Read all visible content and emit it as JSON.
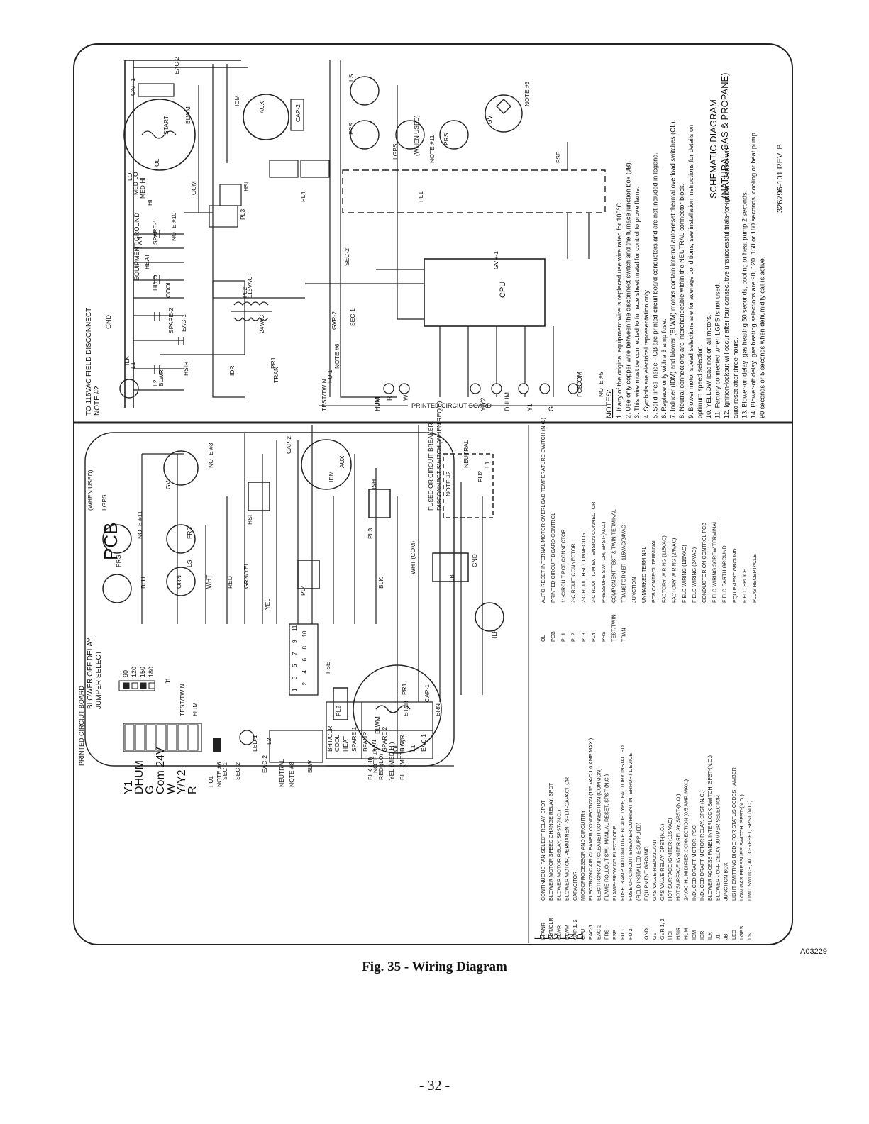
{
  "figure": {
    "caption": "Fig. 35 - Wiring Diagram",
    "code": "A03229",
    "page_number": "- 32 -"
  },
  "schematic": {
    "title": "SCHEMATIC DIAGRAM",
    "subtitle": "(NATURAL GAS & PROPANE)",
    "revision": "326796-101 REV. B",
    "disconnect": "TO 115VAC FIELD DISCONNECT",
    "disconnect_note": "NOTE #2",
    "ground_label": "GND",
    "equipment_ground": "EQUIPMENT GROUND",
    "board_label": "PRINTED CIRCIUT BOARD",
    "cpu_label": "CPU",
    "pcb_label": "PCB",
    "note5": "NOTE #5",
    "note6": "NOTE #6",
    "note10": "NOTE #10",
    "note11": "NOTE #11",
    "note3": "NOTE #3",
    "when_used": "(WHEN USED)",
    "fuse": "FU 1",
    "fse": "FSE",
    "relay_labels": [
      "FAN",
      "HEAT",
      "SPARE-1",
      "HI/LO",
      "COOL",
      "SPARE-2",
      "EAC-1",
      "HSIR",
      "IDR",
      "BLWR"
    ],
    "speed_labels": [
      "LO",
      "MED LO",
      "MED HI",
      "HI"
    ],
    "motor_labels": [
      "BLWM",
      "START",
      "OL",
      "COM",
      "CAP-1",
      "IDM",
      "AUX",
      "CAP-2",
      "HSI",
      "GV",
      "LS",
      "FRS",
      "LGPS",
      "PRS"
    ],
    "plug_labels": [
      "PL1",
      "PL2",
      "PL3",
      "PL4"
    ],
    "transformer": [
      "115VAC",
      "24VAC",
      "TRAN"
    ],
    "misc_labels": [
      "TEST/TWIN",
      "HUM",
      "SEC-1",
      "SEC-2",
      "GVR-1",
      "GVR-2",
      "PR1",
      "L1",
      "L2",
      "ILK",
      "EAC-2"
    ],
    "terminals": [
      "Y/Y2",
      "DHUM",
      "Y1",
      "G",
      "COM",
      "HUM",
      "R",
      "W"
    ],
    "notes_title": "NOTES:",
    "notes": [
      "1.  If any of the original equipment wire is replaced use wire rated for 105°C.",
      "2.  Use only copper wire between the disconnect switch and the furnace junction box (JB).",
      "3.  This wire must be connected to furnace sheet metal for control to prove flame.",
      "4.  Symbols are electrical representation only.",
      "5.  Solid lines inside PCB are printed circuit board conductors and are not included in legend.",
      "6.  Replace only with a 3 amp fuse.",
      "7.  Inducer (IDM) and blower (BLWM) motors contain internal auto-reset thermal overload switches (OL).",
      "8.  Neutral connections are interchangeable within the NEUTRAL connector block.",
      "9.  Blower motor speed selections are for average conditions, see installation instructions for details on",
      "     optimum speed selection.",
      "10. YELLOW lead not on all motors.",
      "11. Factory connected when LGPS is not used.",
      "12. Ignition-lockout will occur after four consecutive unsuccessful trials-for-ignition. Control will",
      "     auto-reset after three hours.",
      "13. Blower-on delay:  gas heating 60 seconds, cooling or heat pump 2 seconds.",
      "14. Blower-off delay:  gas heating selections are 90, 120, 150 or 180 seconds, cooling or heat pump",
      "     90 seconds or 5 seconds when dehumidify call is active."
    ]
  },
  "ladder": {
    "pcb_title": "PCB",
    "jumper_title": "BLOWER OFF DELAY",
    "jumper_sub": "JUMPER SELECT",
    "jumper_values": [
      "90",
      "120",
      "150",
      "180"
    ],
    "j1": "J1",
    "board_label": "PRINTED CIRCIUT BOARD",
    "left_terminals": [
      "Y1",
      "DHUM",
      "G",
      "Com 24V",
      "W",
      "Y/Y2",
      "R"
    ],
    "test_twin": "TEST/TWIN",
    "hum": "HUM",
    "fu1": "FU1",
    "note6": "NOTE #6",
    "sec": [
      "SEC-1",
      "SEC-2"
    ],
    "led": "LED 1",
    "eac2": "EAC-2",
    "l2": "L2",
    "neutral_block": "NEUTRAL",
    "note8": "NOTE #8",
    "blw": "BLW",
    "relay_blocks": [
      "BHT/CLR",
      "COOL",
      "HEAT",
      "SPARE 1",
      "BFANR",
      "FAN",
      "SPARE 2",
      "BLWR",
      "L1",
      "EAC-1"
    ],
    "pl1_pins": [
      "1",
      "2",
      "3",
      "4",
      "5",
      "6",
      "7",
      "8",
      "9",
      "10",
      "11"
    ],
    "wire_labels": [
      "BLU",
      "ORN",
      "WHT",
      "RED",
      "GRN/YEL",
      "YEL",
      "BLK",
      "WHT (COM)",
      "BLK (HI)",
      "RED (LO)",
      "YEL (MED HI)",
      "BLU (MED LO)",
      "BRN"
    ],
    "motor_labels": [
      "BLWM",
      "START",
      "OL",
      "CAP-1",
      "IDM",
      "CAP-2",
      "AUX",
      "ISH",
      "HSI",
      "GV",
      "LS",
      "FRS",
      "PRS",
      "LGPS",
      "ILK",
      "JB",
      "GND",
      "FU2"
    ],
    "note10": "NOTE #10",
    "note11": "NOTE #11",
    "note3": "NOTE #3",
    "note2": "NOTE #2",
    "when_used": "(WHEN USED)",
    "fse": "FSE",
    "pl_labels": [
      "PL2",
      "PL3",
      "PL4",
      "PR1"
    ],
    "breaker": [
      "FUSED OR CIRCUIT BREAKER",
      "DISCONNECT SWITCH (WHEN REQ'D)"
    ],
    "neutral": "NEUTRAL",
    "l1": "L1"
  },
  "legend": {
    "color_codes": [
      "L",
      "E",
      "G",
      "E",
      "N",
      "D"
    ],
    "left_entries": [
      [
        "BFANR",
        "CONTINUOUS-FAN SELECT RELAY, SPDT"
      ],
      [
        "BHT/CLR",
        "BLOWER MOTOR SPEED CHANGE RELAY, SPDT"
      ],
      [
        "BLWR",
        "BLOWER MOTOR RELAY, SPST-(N.O.)"
      ],
      [
        "BLWM",
        "BLOWER MOTOR, PERMANENT-SPLIT-CAPACITOR"
      ],
      [
        "CAP 1, 2",
        "CAPACITOR"
      ],
      [
        "CPU",
        "MICROPROCESSOR AND CIRCUITRY"
      ],
      [
        "EAC-1",
        "ELECTRONIC AIR CLEANER CONNECTION (115 VAC 1.0 AMP MAX.)"
      ],
      [
        "EAC-2",
        "ELECTRONIC AIR CLEANER CONNECTION (COMMON)"
      ],
      [
        "FRS",
        "FLAME ROLLOUT SW.- MANUAL RESET, SPST-(N.C.)"
      ],
      [
        "FSE",
        "FLAME-PROVING ELECTRODE"
      ],
      [
        "FU 1",
        "FUSE, 3 AMP, AUTOMOTIVE BLADE TYPE, FACTORY INSTALLED"
      ],
      [
        "FU 2",
        "FUSE OR CIRCUIT BREAKER CURRENT INTERRUPT DEVICE"
      ],
      [
        "",
        "(FIELD INSTALLED & SUPPLIED)"
      ],
      [
        "GND",
        "EQUIPMENT GROUND"
      ],
      [
        "GV",
        "GAS VALVE-REDUNDANT"
      ],
      [
        "GVR 1, 2",
        "GAS VALVE RELAY, DPST-(N.O.)"
      ],
      [
        "HSI",
        "HOT SURFACE IGNITER (115 VAC)"
      ],
      [
        "HSIR",
        "HOT SURFACE IGNITER RELAY, SPST-(N.O.)"
      ],
      [
        "HUM",
        "24VAC HUMIDIFIER CONNECTION (0.5 AMP. MAX.)"
      ],
      [
        "IDM",
        "INDUCED DRAFT MOTOR, PSC"
      ],
      [
        "IDR",
        "INDUCED DRAFT MOTOR RELAY, SPST-(N.O.)"
      ],
      [
        "ILK",
        "BLOWER ACCESS PANEL INTERLOCK SWITCH, SPST-(N.O.)"
      ],
      [
        "J1",
        "BLOWER - OFF DELAY JUMPER SELECTOR"
      ],
      [
        "JB",
        "JUNCTION BOX"
      ],
      [
        "LED",
        "LIGHT-EMITTING DIODE FOR STATUS CODES - AMBER"
      ],
      [
        "LGPS",
        "LOW GAS PRESSURE SWITCH, SPST-(N.O.)"
      ],
      [
        "LS",
        "LIMIT SWITCH, AUTO-RESET, SPST (N.C.)"
      ]
    ],
    "right_entries": [
      [
        "OL",
        "AUTO-RESET INTERNAL MOTOR OVERLOAD TEMPERATURE SWITCH (N.C.)"
      ],
      [
        "PCB",
        "PRINTED CIRCUIT BOARD CONTROL"
      ],
      [
        "PL1",
        "11-CIRCUIT PCB CONNECTOR"
      ],
      [
        "PL2",
        "2-CIRCUIT CONNECTOR"
      ],
      [
        "PL3",
        "2-CIRCUIT HSI, CONNECTOR"
      ],
      [
        "PL4",
        "3-CIRCUIT IDM EXTENSION CONNECTOR"
      ],
      [
        "PRS",
        "PRESSURE SWITCH, SPST-(N.O.)"
      ],
      [
        "TEST/TWIN",
        "COMPONENT TEST & TWIN TERMINAL"
      ],
      [
        "TRAN",
        "TRANSFORMER- 115VAC/24VAC"
      ],
      [
        "",
        "JUNCTION"
      ],
      [
        "",
        "UNMARKED TERMINAL"
      ],
      [
        "",
        "PCB CONTROL TERMINAL"
      ],
      [
        "",
        "FACTORY WIRING (115VAC)"
      ],
      [
        "",
        "FACTORY WIRING (24VAC)"
      ],
      [
        "",
        "FIELD WIRING (115VAC)"
      ],
      [
        "",
        "FIELD WIRING (24VAC)"
      ],
      [
        "",
        "CONDUCTOR ON CONTROL PCB"
      ],
      [
        "",
        "FIELD WIRING SCREW TERMINAL"
      ],
      [
        "",
        "FIELD EARTH GROUND"
      ],
      [
        "",
        "EQUIPMENT GROUND"
      ],
      [
        "",
        "FIELD SPLICE"
      ],
      [
        "",
        "PLUG RECEPTACLE"
      ]
    ]
  }
}
